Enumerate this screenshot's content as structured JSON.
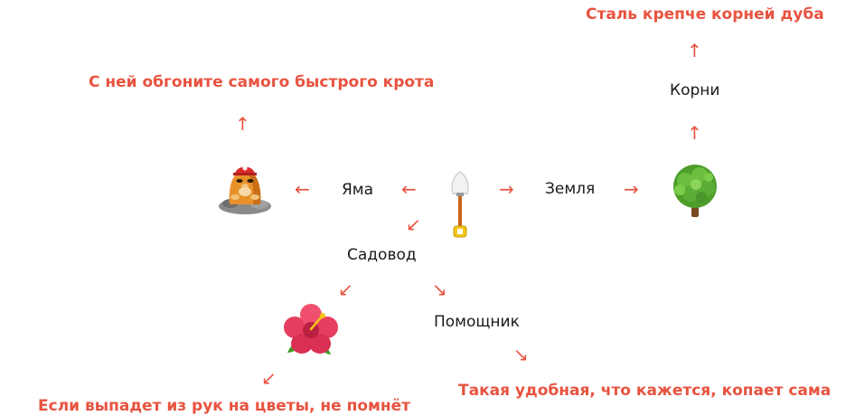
{
  "colors": {
    "accent": "#e8533f",
    "text": "#1a1a1a"
  },
  "nodes": {
    "pit": "Яма",
    "earth": "Земля",
    "gardener": "Садовод",
    "roots": "Корни",
    "helper": "Помощник"
  },
  "taglines": {
    "mole": "С ней обгоните самого быстрого крота",
    "oak": "Сталь крепче корней дуба",
    "flowers": "Если выпадет из рук на цветы, не помнёт",
    "helper": "Такая удобная, что кажется, копает сама"
  },
  "icons": {
    "center": "shovel-icon",
    "left": "mole-icon",
    "right": "tree-icon",
    "bottom": "hibiscus-icon"
  },
  "arrows": {
    "left": "←",
    "right": "→",
    "up": "↑",
    "down_left": "↙",
    "down_right": "↘"
  }
}
